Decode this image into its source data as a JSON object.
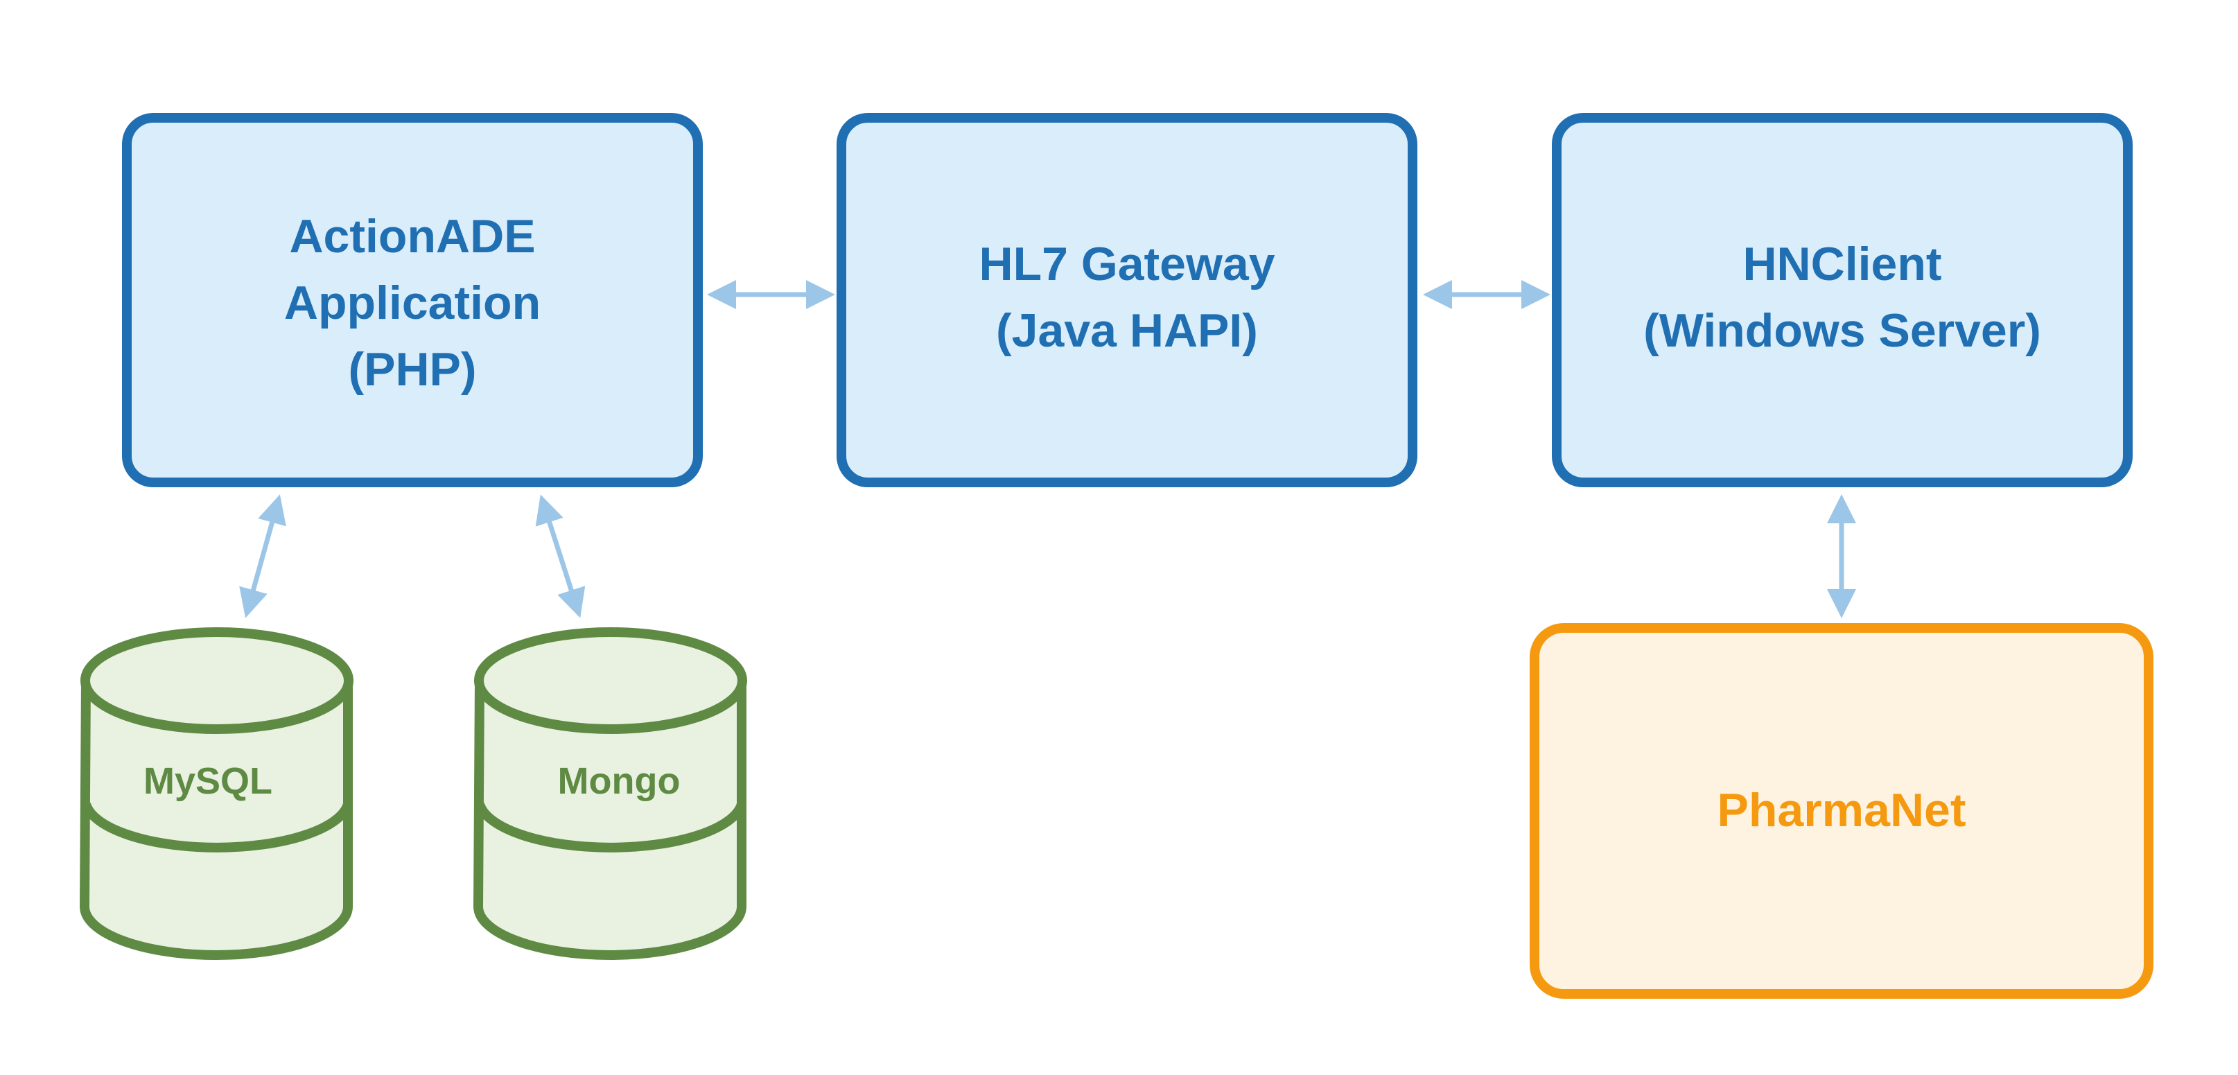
{
  "colors": {
    "app_fill": "#d9edfb",
    "app_stroke": "#1f6fb2",
    "app_text": "#1f6fb2",
    "db_fill": "#e9f1e1",
    "db_stroke": "#5f8a43",
    "db_text": "#5f8a43",
    "external_fill": "#fef3e0",
    "external_stroke": "#f59a10",
    "external_text": "#f59a10",
    "connector": "#9cc6e8"
  },
  "components": {
    "actionade": {
      "line1": "ActionADE",
      "line2": "Application",
      "line3": "(PHP)"
    },
    "hl7_gateway": {
      "line1": "HL7 Gateway",
      "line2": "(Java HAPI)"
    },
    "hnclient": {
      "line1": "HNClient",
      "line2": "(Windows Server)"
    },
    "pharmanet": {
      "label": "PharmaNet"
    }
  },
  "databases": {
    "mysql": {
      "label": "MySQL"
    },
    "mongo": {
      "label": "Mongo"
    }
  },
  "connections": [
    {
      "from": "actionade",
      "to": "hl7_gateway",
      "direction": "bidirectional"
    },
    {
      "from": "hl7_gateway",
      "to": "hnclient",
      "direction": "bidirectional"
    },
    {
      "from": "actionade",
      "to": "mysql",
      "direction": "bidirectional"
    },
    {
      "from": "actionade",
      "to": "mongo",
      "direction": "bidirectional"
    },
    {
      "from": "hnclient",
      "to": "pharmanet",
      "direction": "bidirectional"
    }
  ]
}
